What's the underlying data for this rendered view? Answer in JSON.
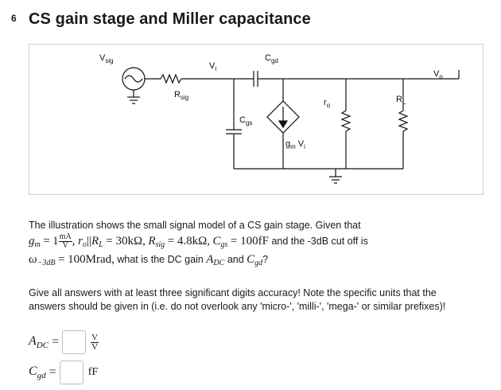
{
  "question": {
    "number": "6",
    "title": "CS gain stage and Miller capacitance"
  },
  "circuit": {
    "labels": {
      "vsig": "V",
      "vsig_sub": "sig",
      "rsig": "R",
      "rsig_sub": "sig",
      "vi": "V",
      "vi_sub": "i",
      "cgd": "C",
      "cgd_sub": "gd",
      "cgs": "C",
      "cgs_sub": "gs",
      "gm": "g",
      "gm_sub": "m",
      "gm_v": "V",
      "gm_v_sub": "i",
      "ro": "r",
      "ro_sub": "o",
      "rl": "R",
      "rl_sub": "L",
      "vo": "V",
      "vo_sub": "o"
    }
  },
  "text": {
    "intro": "The illustration shows the small signal model of a CS gain stage. Given that",
    "gm_sym": "g",
    "gm_sub": "m",
    "eq1": "=",
    "gm_val": "1",
    "gm_unit_num": "mA",
    "gm_unit_den": "V",
    "ro_sym": ", r",
    "ro_sub": "o",
    "parallel": "||",
    "rl_sym": "R",
    "rl_sub": "L",
    "rl_val": "= 30kΩ,",
    "rsig_sym": "R",
    "rsig_sub": "sig",
    "rsig_val": "= 4.8kΩ,",
    "cgs_sym": "C",
    "cgs_sub": "gs",
    "cgs_val": "= 100fF",
    "and_cutoff": "and the -3dB cut off is",
    "omega_sym": "ω",
    "omega_sub": "−3dB",
    "omega_val": "= 100Mrad,",
    "question_q": "what is the DC gain",
    "adc_sym": "A",
    "adc_sub": "DC",
    "and": "and",
    "cgd_sym": "C",
    "cgd_sub": "gd",
    "qmark": "?",
    "instructions_1": "Give all answers with at least three significant digits accuracy! Note the specific units that the",
    "instructions_2": "answers should be given in (i.e. do not overlook any 'micro-', 'milli-', 'mega-' or similar prefixes)!"
  },
  "answers": [
    {
      "symbol": "A",
      "sub": "DC",
      "eq": "=",
      "value": "",
      "unit_num": "V",
      "unit_den": "V"
    },
    {
      "symbol": "C",
      "sub": "gd",
      "eq": "=",
      "value": "",
      "unit": "fF"
    }
  ]
}
